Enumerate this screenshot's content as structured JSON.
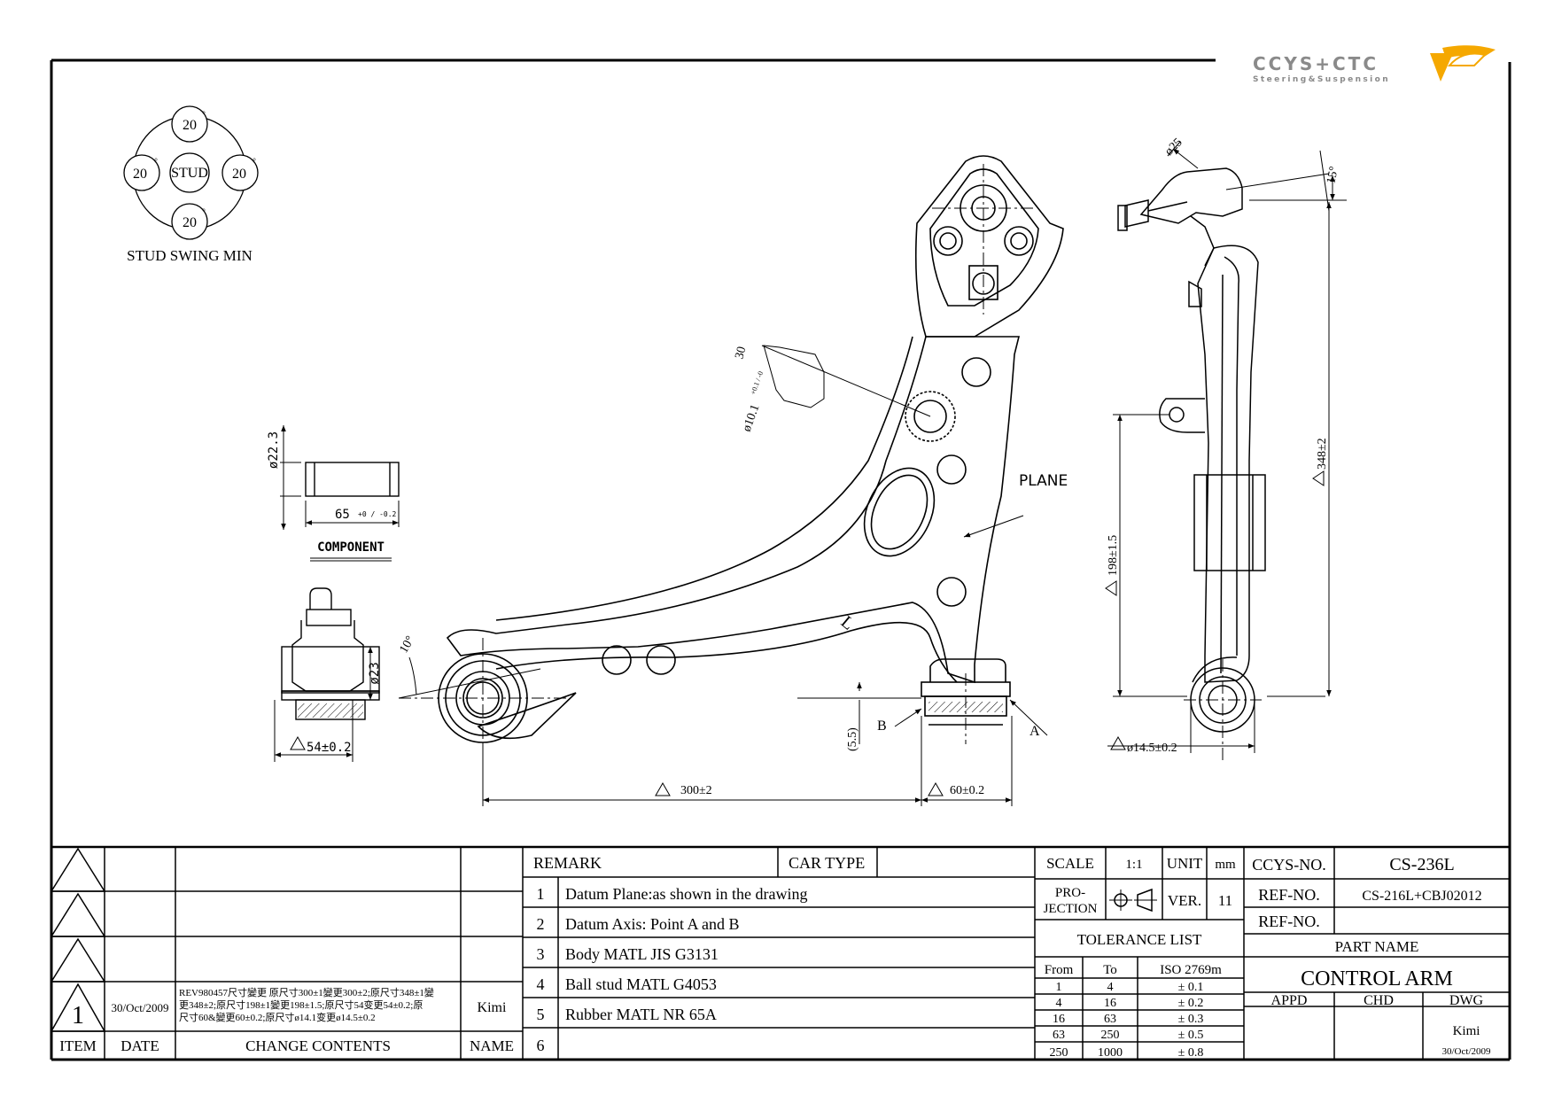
{
  "logo": {
    "brand": "CCYS+CTC",
    "tagline": "Steering&Suspension"
  },
  "stud_swing": {
    "top": "20",
    "left": "20",
    "right": "20",
    "bottom": "20",
    "center": "STUD",
    "degree_mark": "°",
    "caption": "STUD SWING MIN"
  },
  "component": {
    "dia": "ø22.3",
    "length_main": "65",
    "length_tol": "+0 / -0.2",
    "caption": "COMPONENT"
  },
  "side_bushing": {
    "dia": "ø23",
    "width": "54±0.2"
  },
  "main_view": {
    "angle_10": "10°",
    "hole_dim_30": "30",
    "hole_dia": "ø10.1",
    "hole_tol": "+0.1 / -0",
    "plane": "PLANE",
    "mark_l": "L",
    "offset": "(5.5)",
    "point_b": "B",
    "point_a": "A",
    "len_300": "300±2",
    "len_60": "60±0.2"
  },
  "side_view": {
    "stud_dia": "ø25",
    "angle_15": "15°",
    "len_348": "348±2",
    "len_198": "198±1.5",
    "bush_dia": "ø14.5±0.2"
  },
  "revision_block": {
    "rows": [
      {
        "item": "",
        "date": "",
        "contents": "",
        "name": ""
      },
      {
        "item": "",
        "date": "",
        "contents": "",
        "name": ""
      },
      {
        "item": "",
        "date": "",
        "contents": "",
        "name": ""
      },
      {
        "item": "1",
        "date": "30/Oct/2009",
        "contents_lines": [
          "REV980457尺寸變更 原尺寸300±1變更300±2;原尺寸348±1變",
          "更348±2;原尺寸198±1變更198±1.5;原尺寸54变更54±0.2;原",
          "尺寸60&變更60±0.2;原尺寸ø14.1变更ø14.5±0.2"
        ],
        "name": "Kimi"
      }
    ],
    "headers": {
      "item": "ITEM",
      "date": "DATE",
      "contents": "CHANGE CONTENTS",
      "name": "NAME"
    }
  },
  "remarks": {
    "header": "REMARK",
    "car_type_label": "CAR TYPE",
    "car_type_value": "",
    "items": [
      {
        "no": "1",
        "text": "Datum Plane:as shown in the drawing"
      },
      {
        "no": "2",
        "text": "Datum Axis: Point A and B"
      },
      {
        "no": "3",
        "text": "Body MATL JIS G3131"
      },
      {
        "no": "4",
        "text": "Ball stud MATL G4053"
      },
      {
        "no": "5",
        "text": "Rubber MATL NR 65A"
      },
      {
        "no": "6",
        "text": ""
      }
    ]
  },
  "spec": {
    "scale_label": "SCALE",
    "scale_value": "1:1",
    "unit_label": "UNIT",
    "unit_value": "mm",
    "projection_label_1": "PRO-",
    "projection_label_2": "JECTION",
    "ver_label": "VER.",
    "ver_value": "11",
    "tolerance_title": "TOLERANCE LIST",
    "tolerance_headers": {
      "from": "From",
      "to": "To",
      "iso": "ISO 2769m"
    },
    "tolerances": [
      {
        "from": "1",
        "to": "4",
        "tol": "± 0.1"
      },
      {
        "from": "4",
        "to": "16",
        "tol": "± 0.2"
      },
      {
        "from": "16",
        "to": "63",
        "tol": "± 0.3"
      },
      {
        "from": "63",
        "to": "250",
        "tol": "± 0.5"
      },
      {
        "from": "250",
        "to": "1000",
        "tol": "± 0.8"
      }
    ]
  },
  "title_block": {
    "ccys_label": "CCYS-NO.",
    "ccys_value": "CS-236L",
    "ref_label_1": "REF-NO.",
    "ref_value_1": "CS-216L+CBJ02012",
    "ref_label_2": "REF-NO.",
    "ref_value_2": "",
    "part_name_label": "PART NAME",
    "part_name": "CONTROL ARM",
    "appd_label": "APPD",
    "chd_label": "CHD",
    "dwg_label": "DWG",
    "appd_value": "",
    "chd_value": "",
    "dwg_value": "Kimi",
    "dwg_date": "30/Oct/2009"
  },
  "colors": {
    "line": "#000000",
    "logo_gray": "#8a8a8a",
    "logo_orange": "#f5a800"
  }
}
